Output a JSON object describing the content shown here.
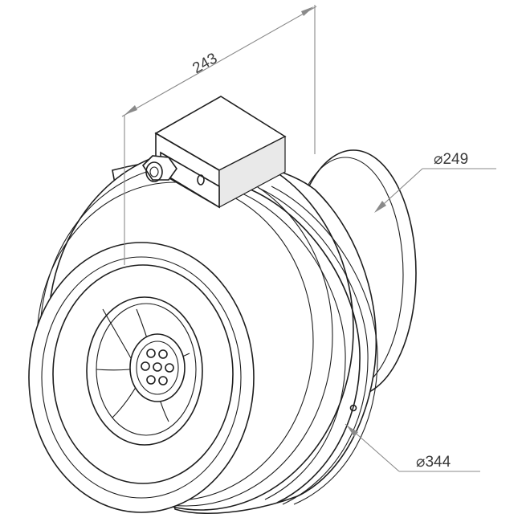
{
  "dimensions": {
    "length": {
      "label": "243"
    },
    "outlet_diameter": {
      "symbol": "⌀",
      "value": "249"
    },
    "body_diameter": {
      "symbol": "⌀",
      "value": "344"
    }
  },
  "colors": {
    "line": "#1e1e1e",
    "dimension_line": "#8a8a8a",
    "background": "#ffffff"
  }
}
